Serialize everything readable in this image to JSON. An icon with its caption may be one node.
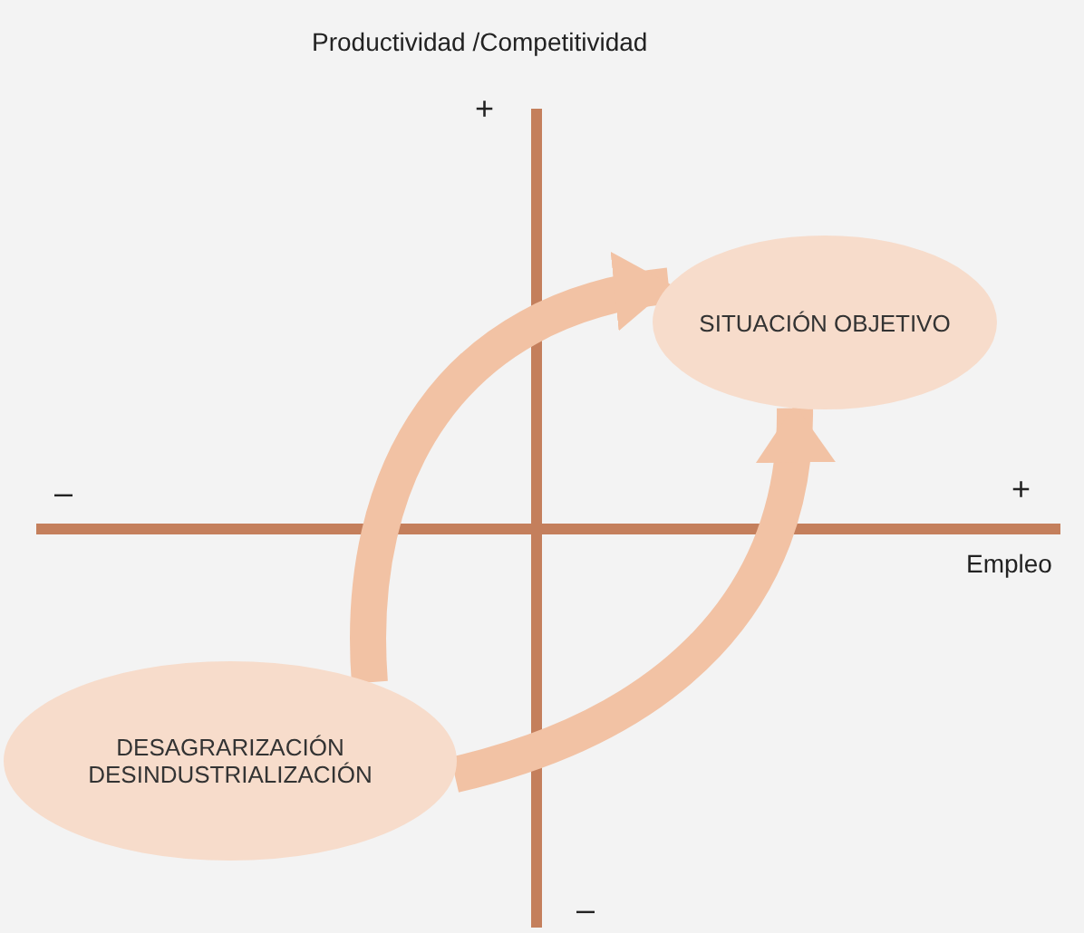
{
  "diagram": {
    "nodes": [
      {
        "text": [
          "SITUACIÓN OBJETIVO"
        ]
      },
      {
        "text": [
          "DESAGRARIZACIÓN DESINDUSTRIALIZACIÓN"
        ]
      }
    ],
    "edges": [
      {
        "from": 1,
        "to": 0,
        "arrow": "to"
      },
      {
        "from": 1,
        "to": 0,
        "arrow": "to"
      }
    ],
    "labels": [
      "Productividad /Competitividad",
      "+",
      "–",
      "+",
      "Empleo",
      "–"
    ]
  }
}
